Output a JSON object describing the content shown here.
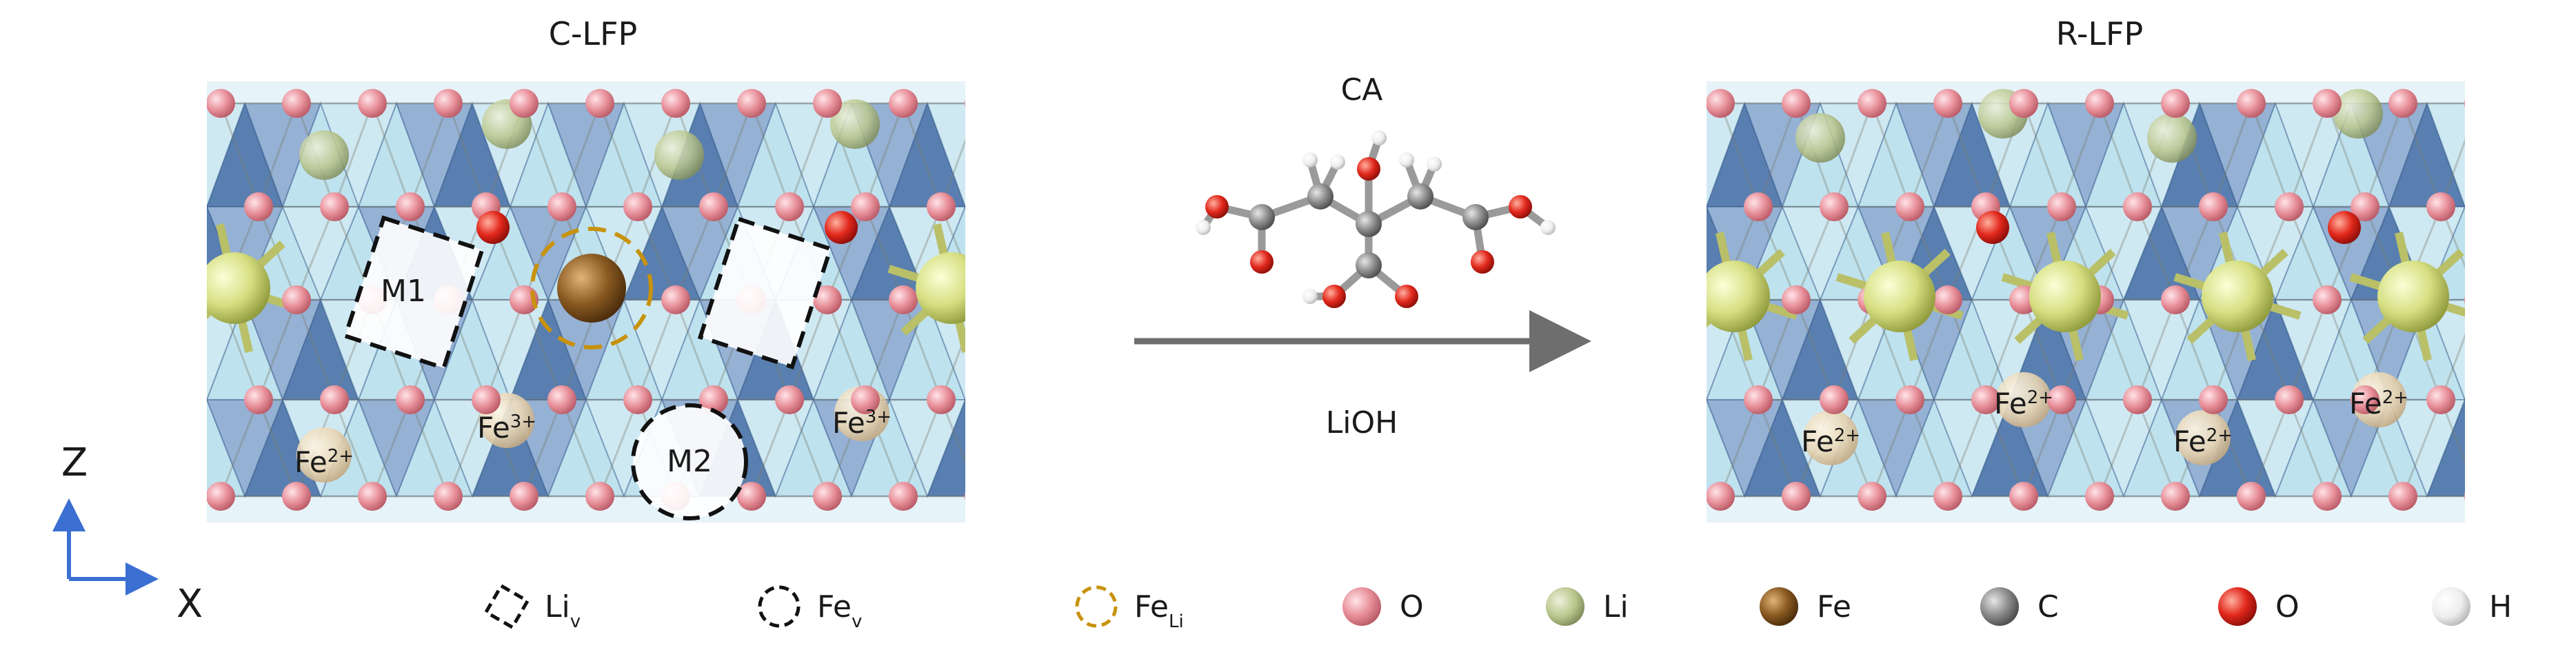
{
  "panels": {
    "left_title": "C-LFP",
    "right_title": "R-LFP"
  },
  "reaction": {
    "top_label": "CA",
    "bottom_label": "LiOH"
  },
  "left_labels": {
    "m1": "M1",
    "m2": "M2",
    "fe_a": {
      "base": "Fe",
      "sup": "2+"
    },
    "fe_b": {
      "base": "Fe",
      "sup": "3+"
    },
    "fe_c": {
      "base": "Fe",
      "sup": "3+"
    }
  },
  "right_labels": {
    "fe_1": {
      "base": "Fe",
      "sup": "2+"
    },
    "fe_2": {
      "base": "Fe",
      "sup": "2+"
    },
    "fe_3": {
      "base": "Fe",
      "sup": "2+"
    },
    "fe_4": {
      "base": "Fe",
      "sup": "2+"
    }
  },
  "axes": {
    "z": "Z",
    "x": "X"
  },
  "legend": [
    {
      "symbol": "Li",
      "sub": "v",
      "marker": "dashed-diamond",
      "color": "#111111"
    },
    {
      "symbol": "Fe",
      "sub": "v",
      "marker": "dashed-circle",
      "color": "#111111"
    },
    {
      "symbol": "Fe",
      "sub": "Li",
      "marker": "dashed-circle",
      "color": "#c8920c"
    },
    {
      "symbol": "O",
      "sub": "",
      "marker": "sphere",
      "color": "#e8909a"
    },
    {
      "symbol": "Li",
      "sub": "",
      "marker": "sphere",
      "color": "#b9c68c"
    },
    {
      "symbol": "Fe",
      "sub": "",
      "marker": "sphere",
      "color": "#8a5a22"
    },
    {
      "symbol": "C",
      "sub": "",
      "marker": "sphere",
      "color": "#8c8c8c"
    },
    {
      "symbol": "O",
      "sub": "",
      "marker": "sphere",
      "color": "#e2281c"
    },
    {
      "symbol": "H",
      "sub": "",
      "marker": "sphere",
      "color": "#eeeeee"
    }
  ],
  "colors": {
    "polyhedra_dark": "#3f6aa3",
    "polyhedra_light": "#9fd3e8",
    "oxygen": "#e8909a",
    "lithium": "#b9c68c",
    "iron": "#8a5a22",
    "iron_site_pale": "#e8d6b4",
    "arrow": "#6e6e6e"
  }
}
